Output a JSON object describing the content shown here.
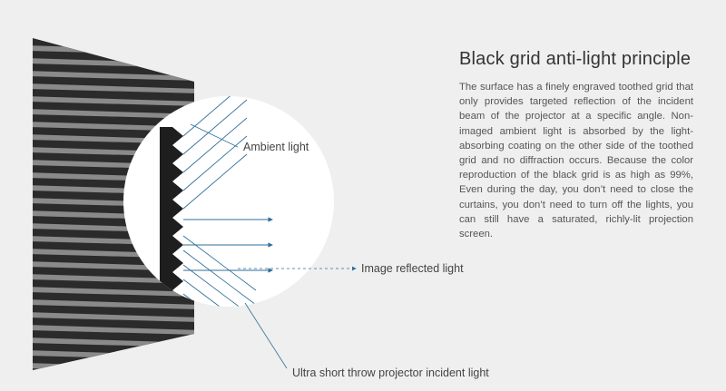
{
  "heading": "Black grid anti-light principle",
  "description": "The surface has a finely engraved toothed grid that only provides targeted reflection of the incident beam of the projector at a specific angle. Non-imaged ambient light is absorbed by the light-absorbing coating on the other side of the toothed grid and no diffraction occurs. Because the color reproduction of the black grid is as high as 99%, Even during the day, you don’t need to close the curtains, you don’t need to turn off the lights, you can still have a saturated, richly-lit projection screen.",
  "labels": {
    "ambient": "Ambient light",
    "reflected": "Image reflected light",
    "incident": "Ultra short throw projector incident light"
  },
  "colors": {
    "background": "#efefef",
    "ray": "#2f6f9a",
    "grid_dark": "#2b2b2b",
    "grid_light": "#8a8a8a"
  }
}
